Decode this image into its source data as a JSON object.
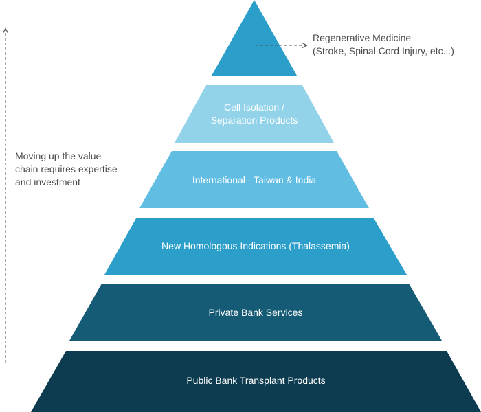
{
  "diagram": {
    "tiers": [
      {
        "label": "",
        "color": "#2b9ec9"
      },
      {
        "label": "Cell Isolation /\nSeparation Products",
        "color": "#92d3ea"
      },
      {
        "label": "International - Taiwan & India",
        "color": "#62bde2"
      },
      {
        "label": "New Homologous Indications (Thalassemia)",
        "color": "#2b9ec9"
      },
      {
        "label": "Private Bank Services",
        "color": "#165b76"
      },
      {
        "label": "Public Bank Transplant Products",
        "color": "#0d3c50"
      }
    ],
    "top_callout": "Regenerative Medicine\n(Stroke, Spinal Cord Injury, etc...)",
    "side_note": "Moving up the value\nchain requires expertise\nand investment",
    "arrow_color": "#555555"
  }
}
